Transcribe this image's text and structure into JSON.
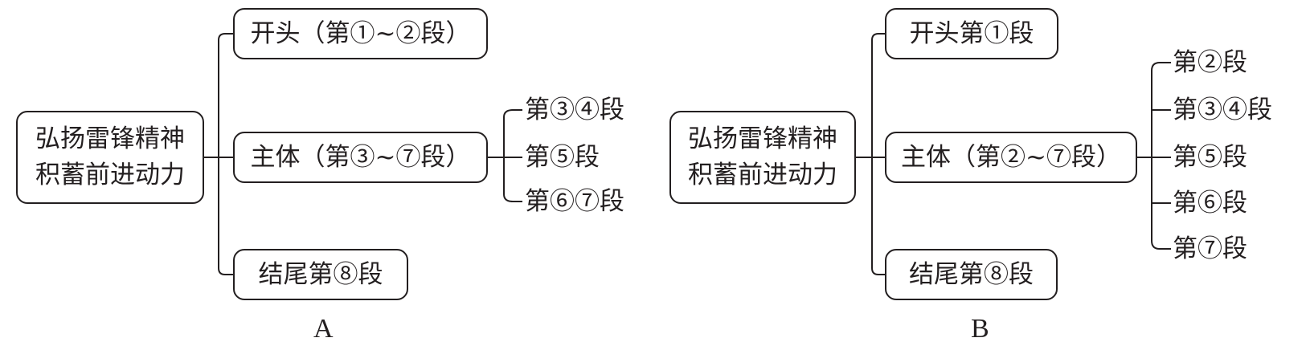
{
  "diagrams": [
    {
      "label": "A",
      "root": [
        "弘扬雷锋精神",
        "积蓄前进动力"
      ],
      "branches": [
        {
          "text": "开头（第①~②段）"
        },
        {
          "text": "主体（第③~⑦段）",
          "children": [
            "第③④段",
            "第⑤段",
            "第⑥⑦段"
          ]
        },
        {
          "text": "结尾第⑧段"
        }
      ]
    },
    {
      "label": "B",
      "root": [
        "弘扬雷锋精神",
        "积蓄前进动力"
      ],
      "branches": [
        {
          "text": "开头第①段"
        },
        {
          "text": "主体（第②~⑦段）",
          "children": [
            "第②段",
            "第③④段",
            "第⑤段",
            "第⑥段",
            "第⑦段"
          ]
        },
        {
          "text": "结尾第⑧段"
        }
      ]
    }
  ]
}
